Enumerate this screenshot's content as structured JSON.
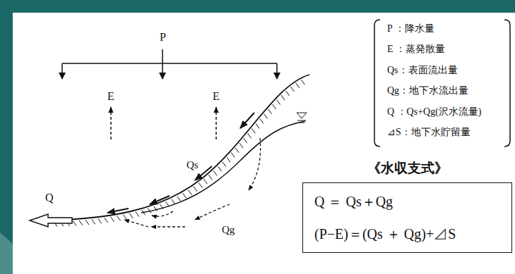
{
  "diagram": {
    "nodes": [
      {
        "text": [
          "《水収支式》",
          "Q ＝ Qs＋Qg",
          "(P−E)＝(Qs ＋ Qg)+⊿S"
        ]
      }
    ],
    "labels": [
      "P",
      "E",
      "E",
      "Qs",
      "Qg",
      "Q",
      "P ：降水量",
      "E ：蒸発散量",
      "Qs：表面流出量",
      "Qg：地下水流出量",
      "Q ：Qs+Qg(沢水流量)",
      "⊿S：地下水貯留量"
    ]
  }
}
